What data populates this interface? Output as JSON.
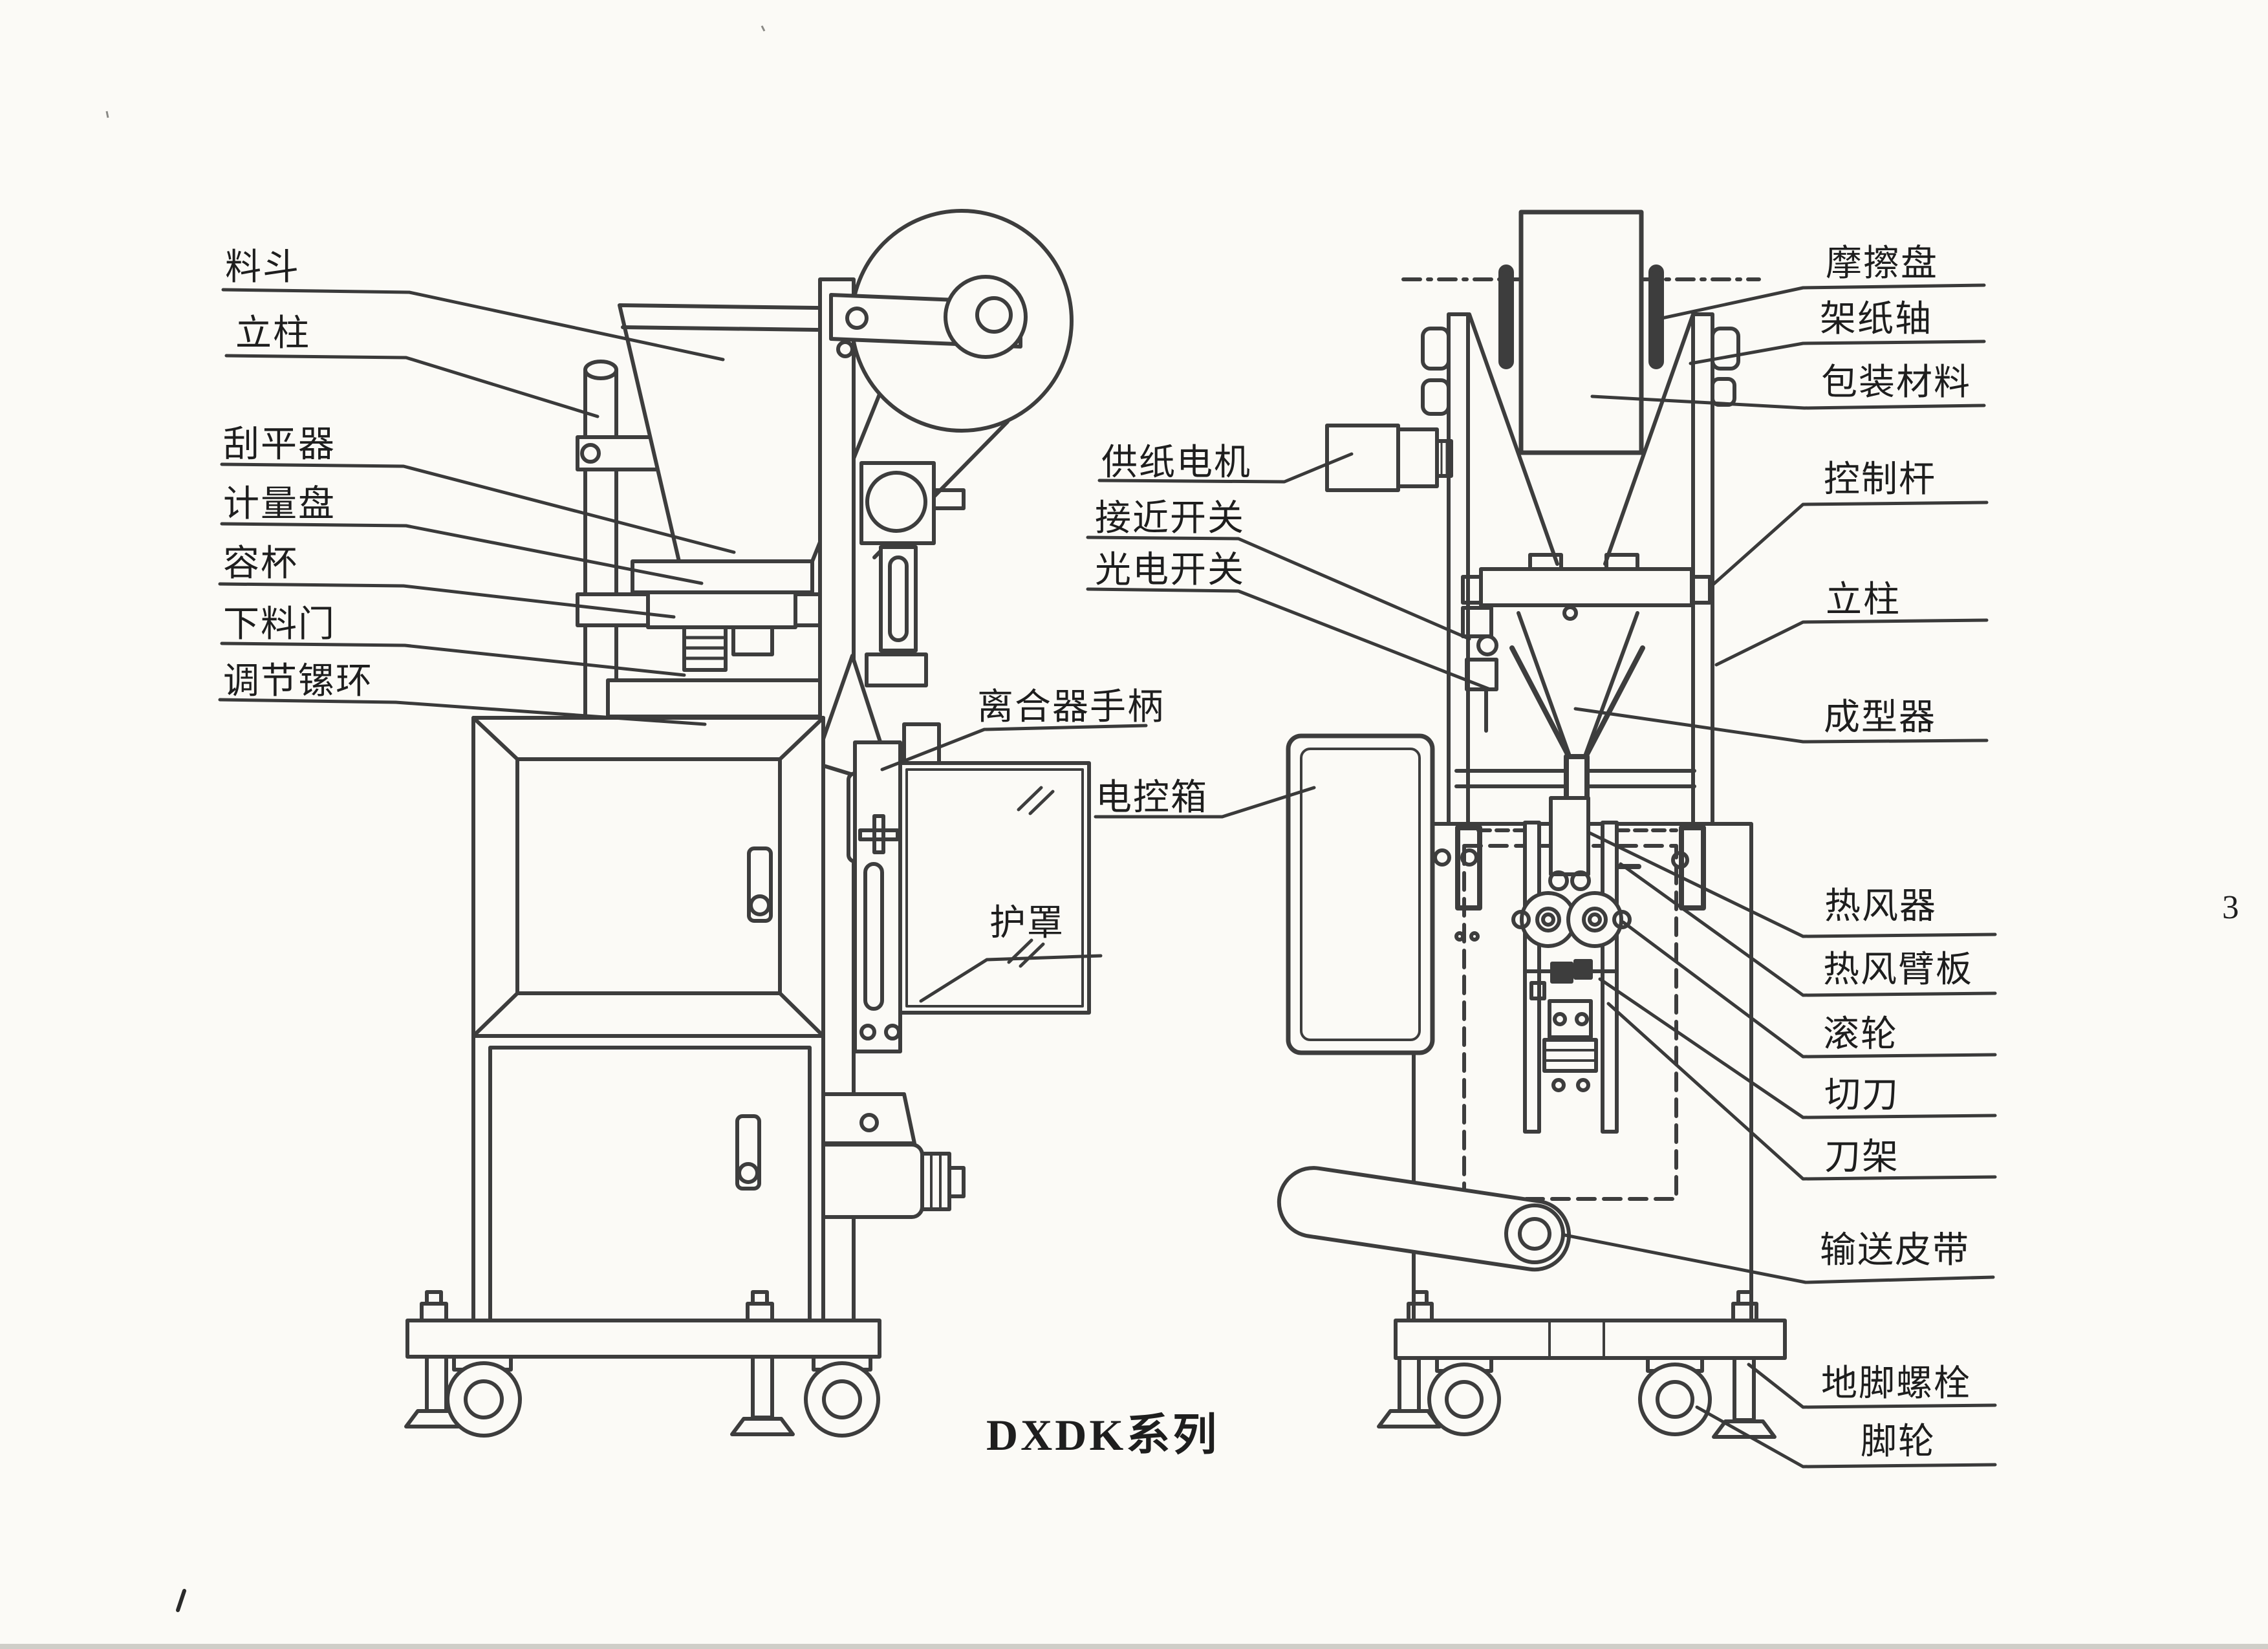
{
  "page": {
    "title": "DXDK系列",
    "page_number": "3",
    "paper_color": "#fbfaf6",
    "ink_color": "#3d3d3d"
  },
  "left_view": {
    "labels": {
      "hopper": "料斗",
      "column": "立柱",
      "scraper": "刮平器",
      "metering_disc": "计量盘",
      "cup": "容杯",
      "discharge_door": "下料门",
      "adjusting_ring": "调节镙环",
      "clutch_handle": "离合器手柄",
      "electric_control_box": "电控箱",
      "protective_cover": "护罩"
    }
  },
  "right_view": {
    "labels": {
      "paper_feed_motor": "供纸电机",
      "proximity_switch": "接近开关",
      "photoelectric_switch": "光电开关",
      "friction_disc": "摩擦盘",
      "paper_holder_shaft": "架纸轴",
      "packaging_material": "包装材料",
      "control_lever": "控制杆",
      "column": "立柱",
      "former": "成型器",
      "hot_air_device": "热风器",
      "hot_air_arm_plate": "热风臂板",
      "roller": "滚轮",
      "cutter": "切刀",
      "knife_holder": "刀架",
      "conveyor_belt": "输送皮带",
      "anchor_bolt": "地脚螺栓",
      "caster": "脚轮"
    }
  }
}
